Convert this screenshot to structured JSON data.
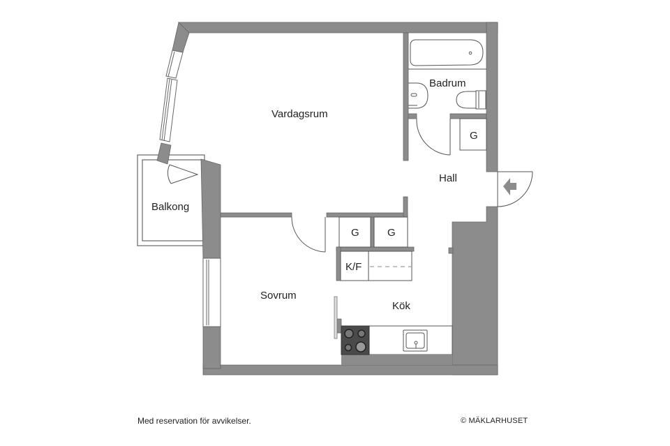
{
  "floorplan": {
    "rooms": {
      "vardagsrum": "Vardagsrum",
      "badrum": "Badrum",
      "hall": "Hall",
      "balkong": "Balkong",
      "sovrum": "Sovrum",
      "kok": "Kök"
    },
    "closets": {
      "hall_closet": "G",
      "kitchen_closet_1": "G",
      "kitchen_closet_2": "G",
      "fridge_freezer": "K/F"
    },
    "icons": {
      "entrance": "entrance-arrow-icon",
      "stove": "stove-icon",
      "sink": "sink-icon",
      "bathtub": "bathtub-icon",
      "toilet": "toilet-icon",
      "washbasin": "washbasin-icon"
    },
    "colors": {
      "wall": "#8c8c8c",
      "wall_stroke": "#555555",
      "fixture_line": "#555555",
      "stove": "#4a4a4a",
      "background": "#ffffff"
    }
  },
  "footer": {
    "disclaimer": "Med reservation för avvikelser.",
    "copyright": "© MÄKLARHUSET"
  }
}
